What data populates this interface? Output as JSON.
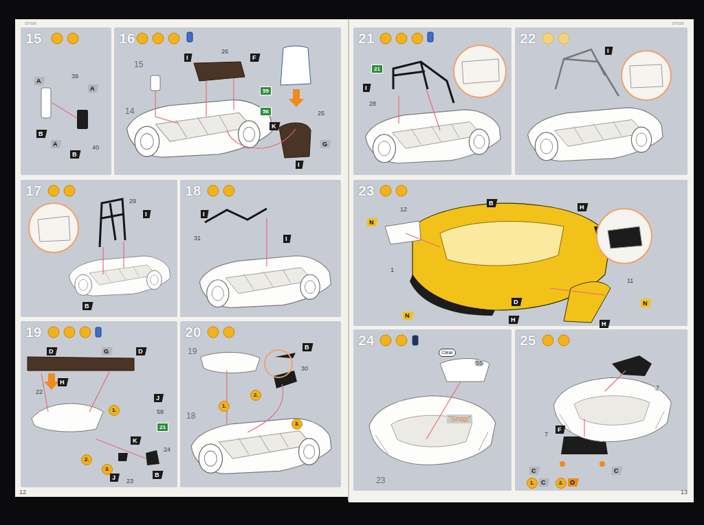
{
  "diagram": {
    "nodes": [
      {
        "text": [
          "15"
        ]
      },
      {
        "text": [
          "16"
        ]
      },
      {
        "text": [
          "17"
        ]
      },
      {
        "text": [
          "18"
        ]
      },
      {
        "text": [
          "19"
        ]
      },
      {
        "text": [
          "20"
        ]
      },
      {
        "text": [
          "21"
        ]
      },
      {
        "text": [
          "22"
        ]
      },
      {
        "text": [
          "23"
        ]
      },
      {
        "text": [
          "24"
        ]
      },
      {
        "text": [
          "25"
        ]
      }
    ],
    "labels": [
      "07026",
      "07026",
      "A",
      "39",
      "A",
      "B",
      "A",
      "40",
      "B",
      "15",
      "26",
      "I",
      "F",
      "14",
      "55",
      "56",
      "K",
      "25",
      "G",
      "I",
      "29",
      "I",
      "B",
      "I",
      "31",
      "I",
      "D",
      "G",
      "D",
      "H",
      "22",
      "1.",
      "J",
      "58",
      "21",
      "2.",
      "K",
      "24",
      "3.",
      "J",
      "23",
      "B",
      "19",
      "B",
      "30",
      "2.",
      "1.",
      "3.",
      "18",
      "21",
      "I",
      "28",
      "I",
      "12",
      "N",
      "B",
      "H",
      "1",
      "D",
      "H",
      "N",
      "11",
      "N",
      "H",
      "Clear",
      "55",
      "“Snap”",
      "23",
      "7",
      "7",
      "F",
      "C",
      "C",
      "1.",
      "C",
      "2.",
      "O",
      "12",
      "13"
    ]
  }
}
